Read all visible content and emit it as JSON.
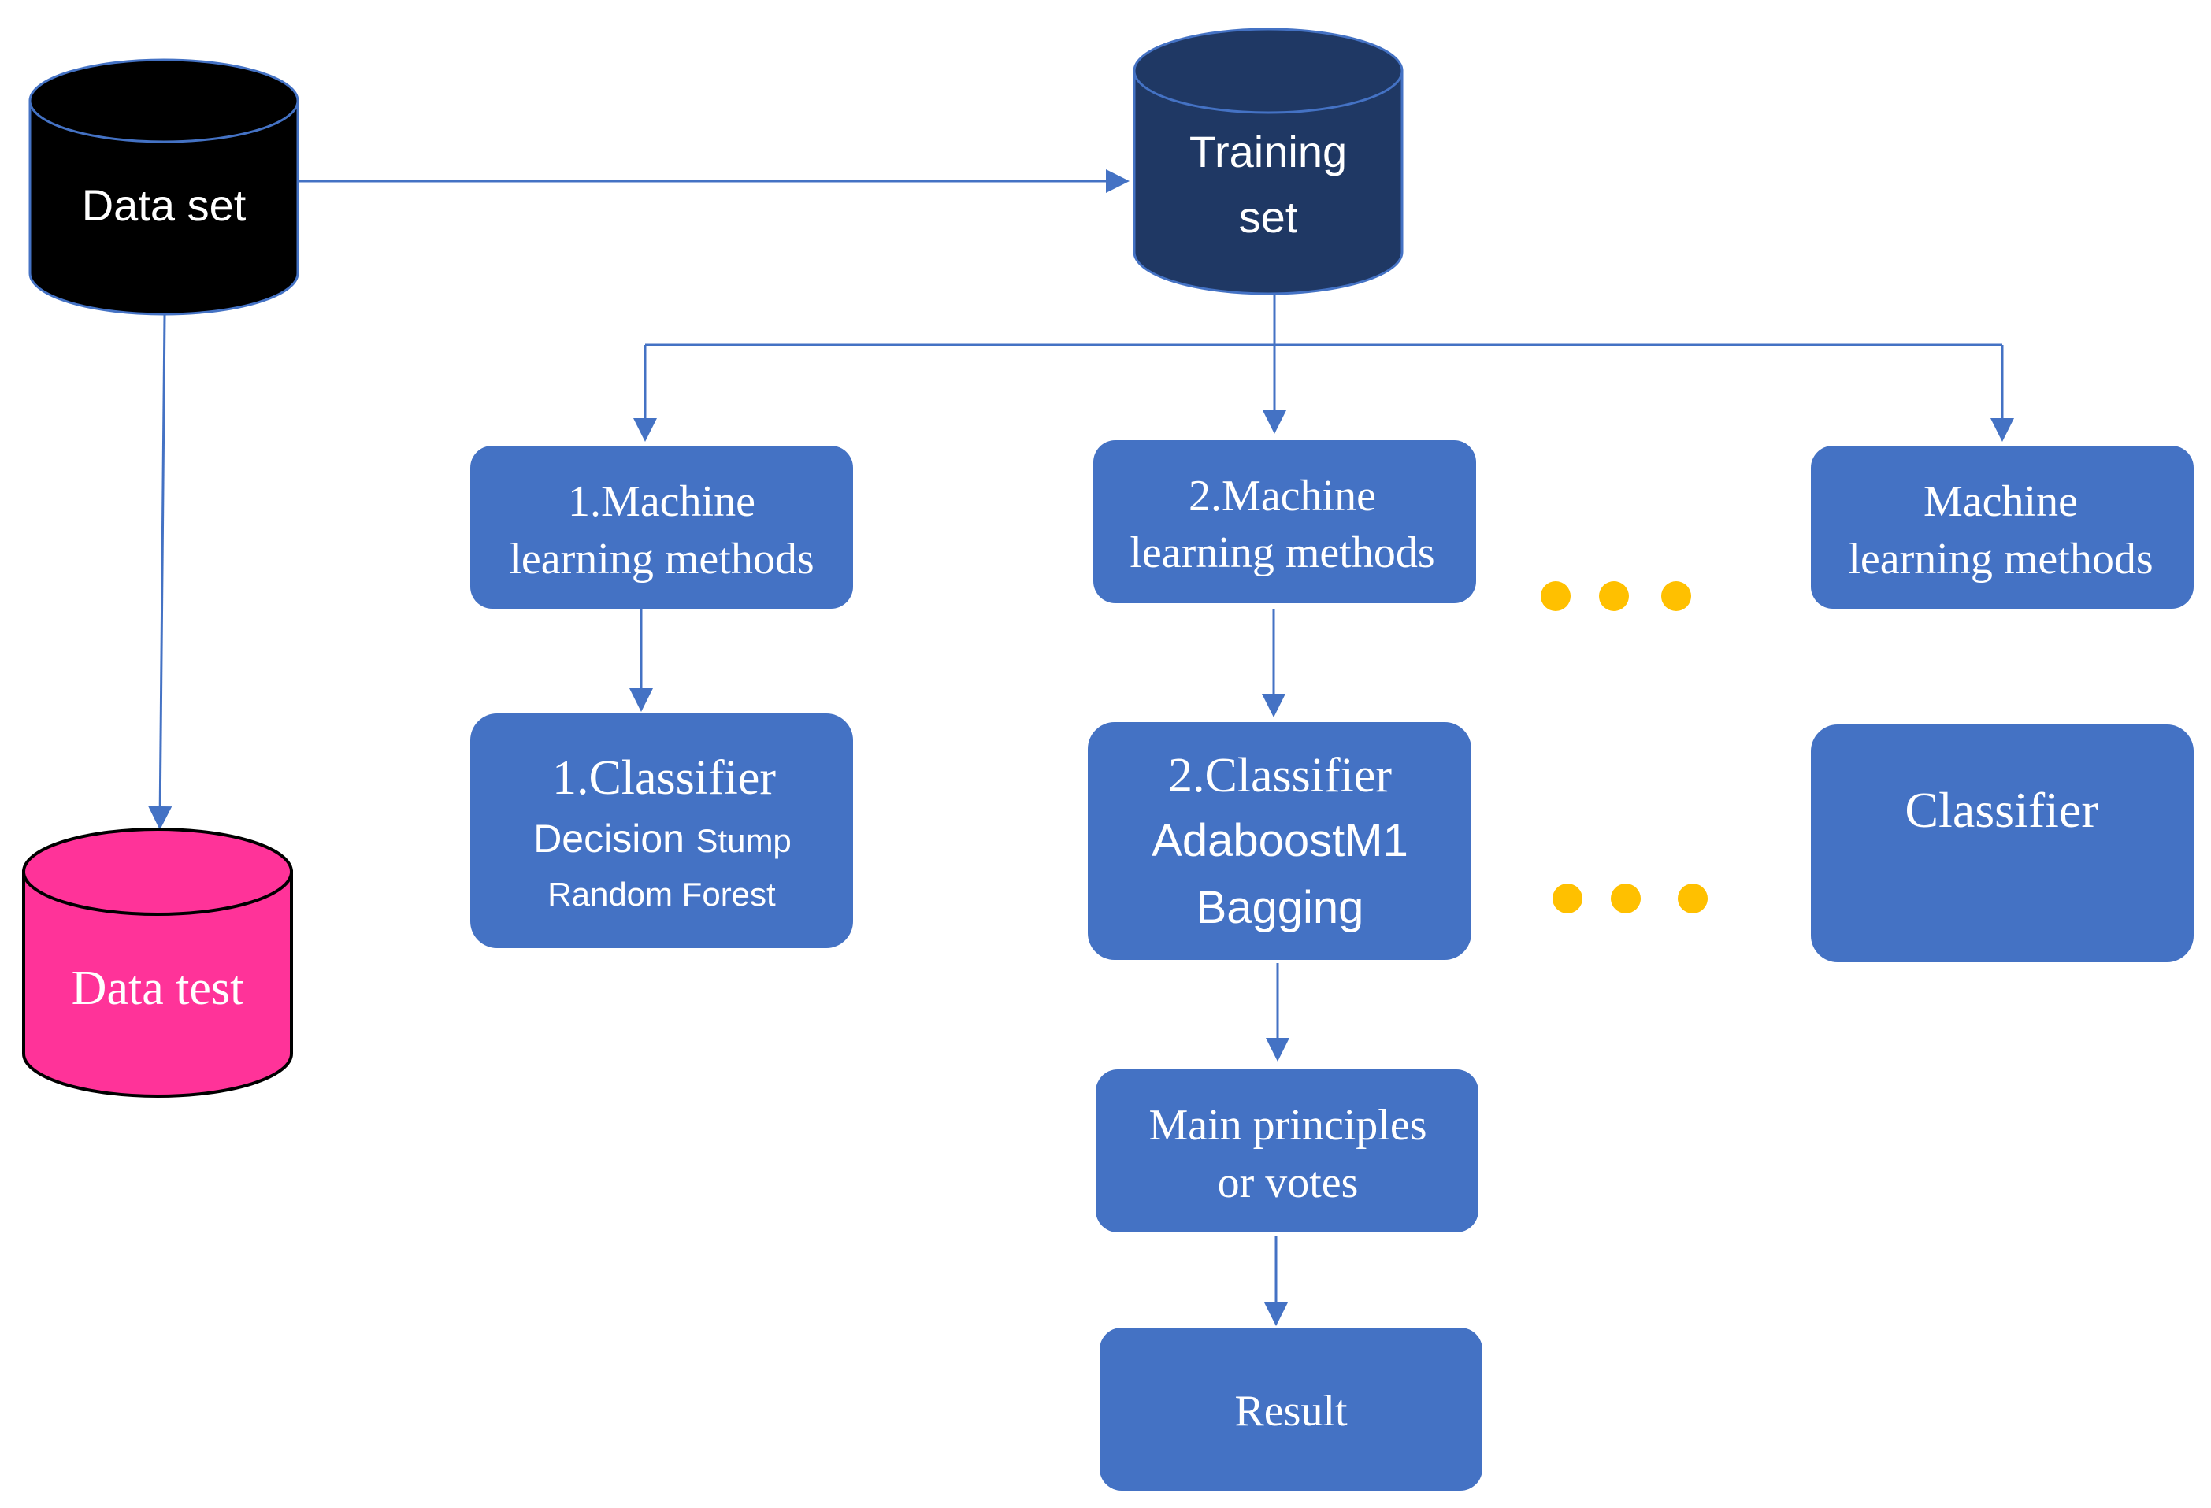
{
  "nodes": {
    "dataset": {
      "label": "Data set"
    },
    "training": {
      "line1": "Training",
      "line2": "set"
    },
    "datatest": {
      "label": "Data test"
    },
    "ml1": {
      "line1": "1.Machine",
      "line2": "learning methods"
    },
    "ml2": {
      "line1": "2.Machine",
      "line2": "learning methods"
    },
    "mln": {
      "line1": "Machine",
      "line2": "learning methods"
    },
    "clf1": {
      "title": "1.Classifier",
      "line2_a": "Decision",
      "line2_b": "Stump",
      "line3": "Random Forest"
    },
    "clf2": {
      "title": "2.Classifier",
      "line2": "AdaboostM1",
      "line3": "Bagging"
    },
    "clfn": {
      "title": "Classifier"
    },
    "votes": {
      "line1": "Main principles",
      "line2": "or votes"
    },
    "result": {
      "label": "Result"
    }
  },
  "colors": {
    "dataset_fill": "#000000",
    "training_fill": "#1f3864",
    "datatest_fill": "#ff3399",
    "box_fill": "#4472c4",
    "connector": "#4472c4",
    "ellipsis_dots": "#ffc000"
  }
}
